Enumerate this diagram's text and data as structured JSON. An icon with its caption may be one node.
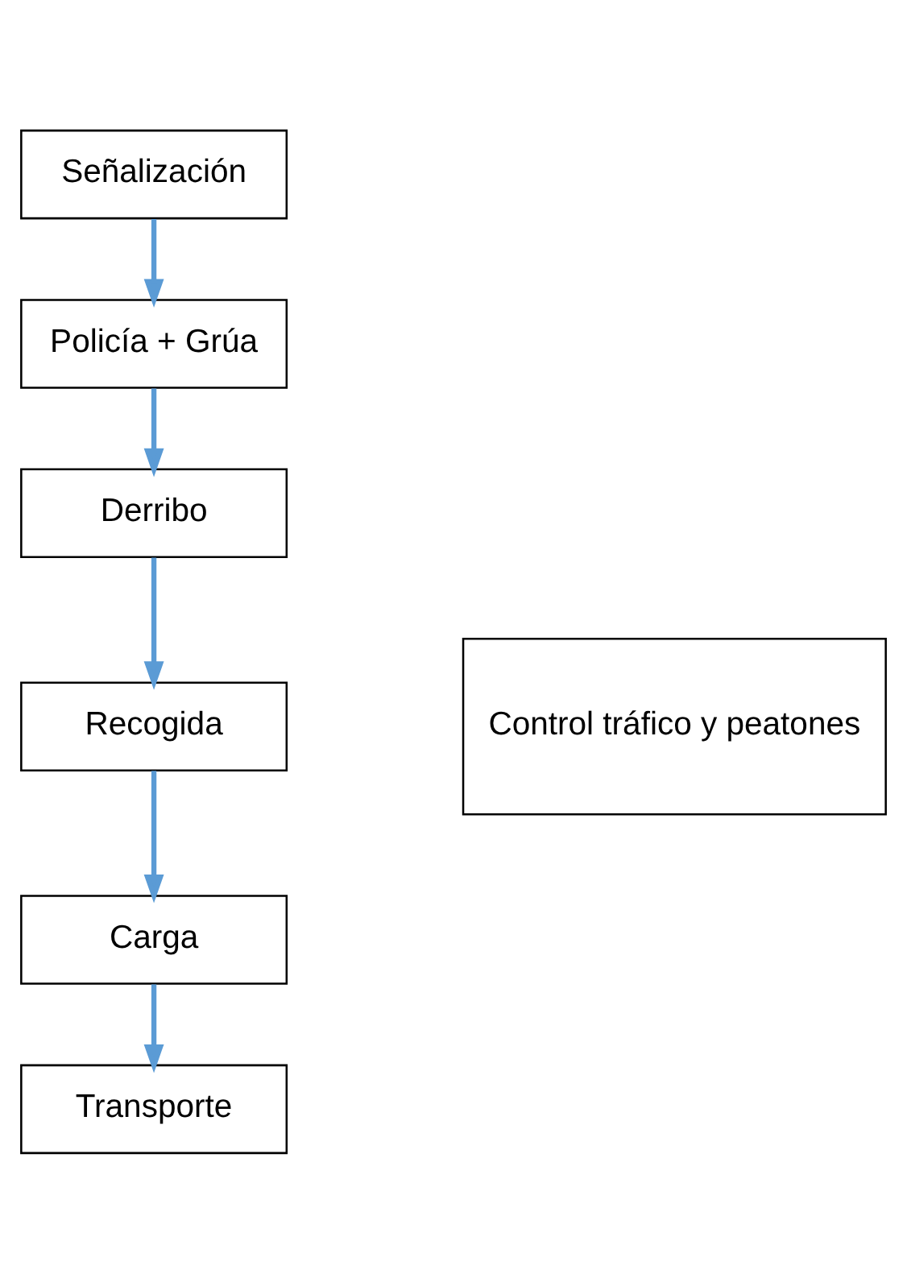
{
  "diagram": {
    "nodes": [
      {
        "text": [
          "Señalización"
        ]
      },
      {
        "text": [
          "Policía + Grúa"
        ]
      },
      {
        "text": [
          "Derribo"
        ]
      },
      {
        "text": [
          "Recogida"
        ]
      },
      {
        "text": [
          "Carga"
        ]
      },
      {
        "text": [
          "Transporte"
        ]
      },
      {
        "text": [
          "Control tráfico y peatones"
        ]
      }
    ],
    "edges": [
      {
        "from": 0,
        "to": 1,
        "arrow": "to"
      },
      {
        "from": 1,
        "to": 2,
        "arrow": "to"
      },
      {
        "from": 2,
        "to": 3,
        "arrow": "to"
      },
      {
        "from": 3,
        "to": 4,
        "arrow": "to"
      },
      {
        "from": 4,
        "to": 5,
        "arrow": "to"
      }
    ]
  }
}
